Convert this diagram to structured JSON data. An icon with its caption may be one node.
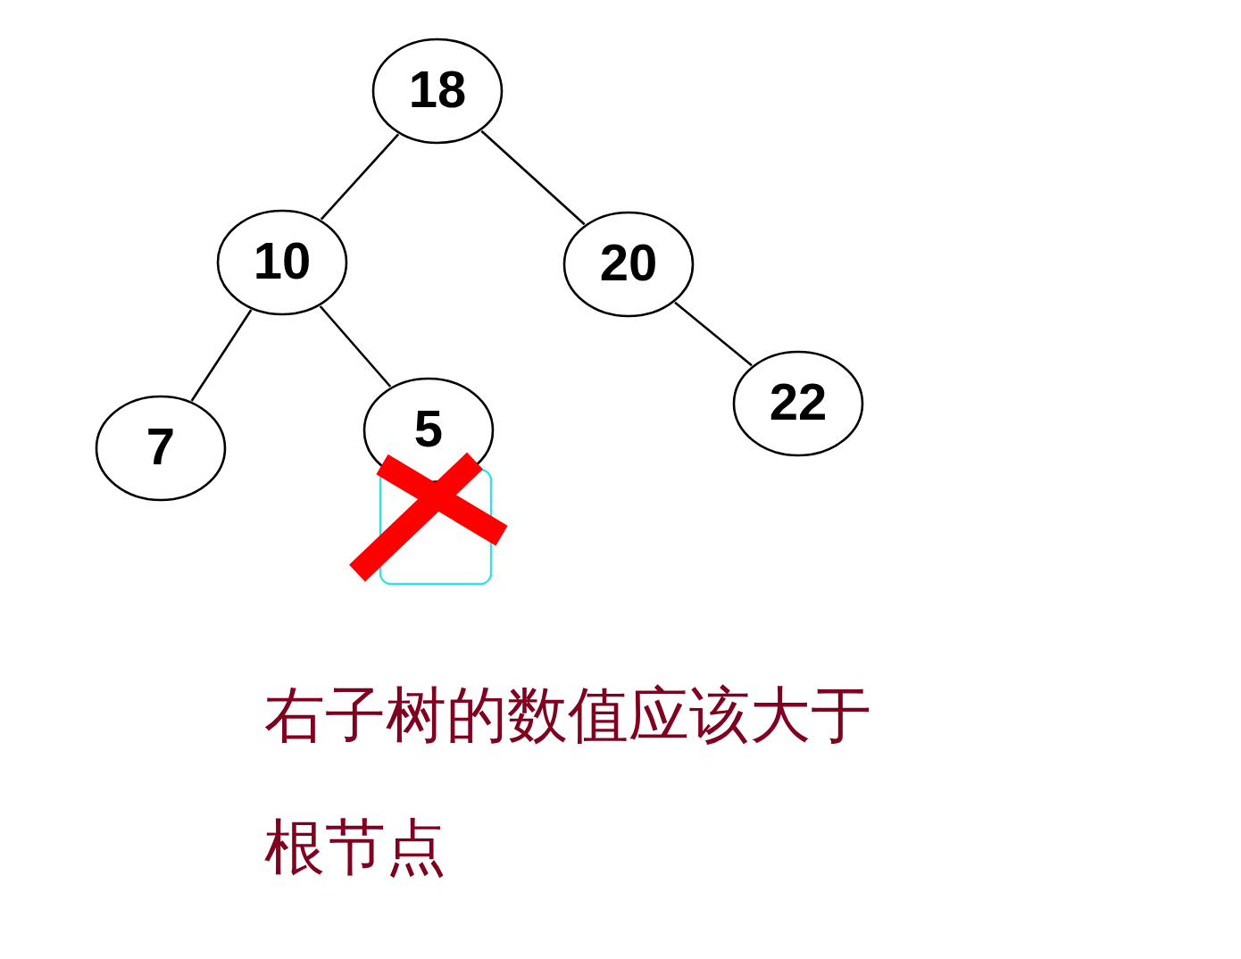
{
  "diagram": {
    "nodes": [
      {
        "text": [
          "18"
        ]
      },
      {
        "text": [
          "10"
        ]
      },
      {
        "text": [
          "20"
        ]
      },
      {
        "text": [
          "7"
        ]
      },
      {
        "text": [
          "5"
        ]
      },
      {
        "text": [
          "22"
        ]
      }
    ],
    "edges": [
      {
        "from": 0,
        "to": 1,
        "arrow": "none"
      },
      {
        "from": 0,
        "to": 2,
        "arrow": "none"
      },
      {
        "from": 1,
        "to": 3,
        "arrow": "none"
      },
      {
        "from": 1,
        "to": 4,
        "arrow": "none"
      },
      {
        "from": 2,
        "to": 5,
        "arrow": "none"
      }
    ],
    "labels": [
      "右子树的数值应该大于根节点"
    ]
  }
}
